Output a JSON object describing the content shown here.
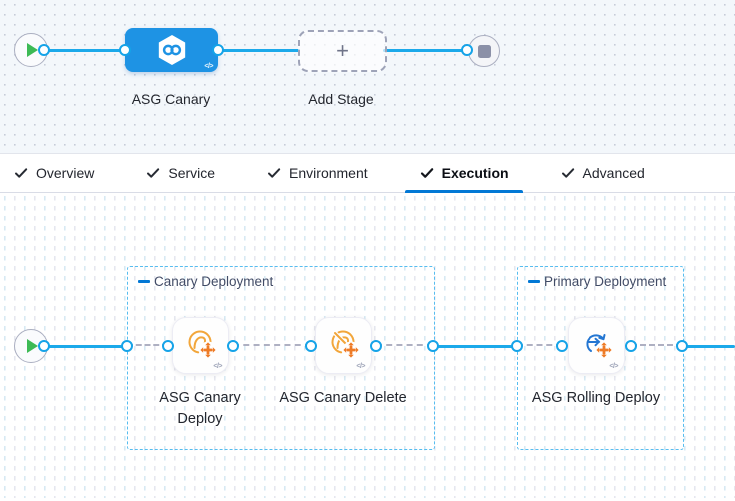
{
  "pipeline_editor": {
    "stage": {
      "label": "ASG Canary",
      "code_glyph": "</>"
    },
    "add_stage": {
      "label": "Add Stage",
      "plus_glyph": "+"
    }
  },
  "tabs": [
    {
      "label": "Overview",
      "checked": true,
      "active": false
    },
    {
      "label": "Service",
      "checked": true,
      "active": false
    },
    {
      "label": "Environment",
      "checked": true,
      "active": false
    },
    {
      "label": "Execution",
      "checked": true,
      "active": true
    },
    {
      "label": "Advanced",
      "checked": true,
      "active": false
    }
  ],
  "execution": {
    "groups": [
      {
        "label": "Canary Deployment",
        "steps": [
          {
            "label": "ASG Canary Deploy",
            "icon": "canary-deploy-icon",
            "code_glyph": "</>"
          },
          {
            "label": "ASG Canary Delete",
            "icon": "canary-delete-icon",
            "code_glyph": "</>"
          }
        ]
      },
      {
        "label": "Primary Deployment",
        "steps": [
          {
            "label": "ASG Rolling Deploy",
            "icon": "rolling-deploy-icon",
            "code_glyph": "</>"
          }
        ]
      }
    ]
  },
  "icons": {
    "start": "play-icon",
    "end": "stop-icon",
    "stage": "pipeline-hexagon-icon",
    "tab_check": "check-icon"
  },
  "colors": {
    "accent_blue": "#0278d5",
    "node_blue": "#1e93e4",
    "connector_blue": "#1ba9ea",
    "group_border_blue": "#56bdf0",
    "canary_yellow": "#f2a63b",
    "warning_orange": "#ee7b26",
    "play_green": "#3dba55",
    "stop_gray": "#8b90a7"
  }
}
